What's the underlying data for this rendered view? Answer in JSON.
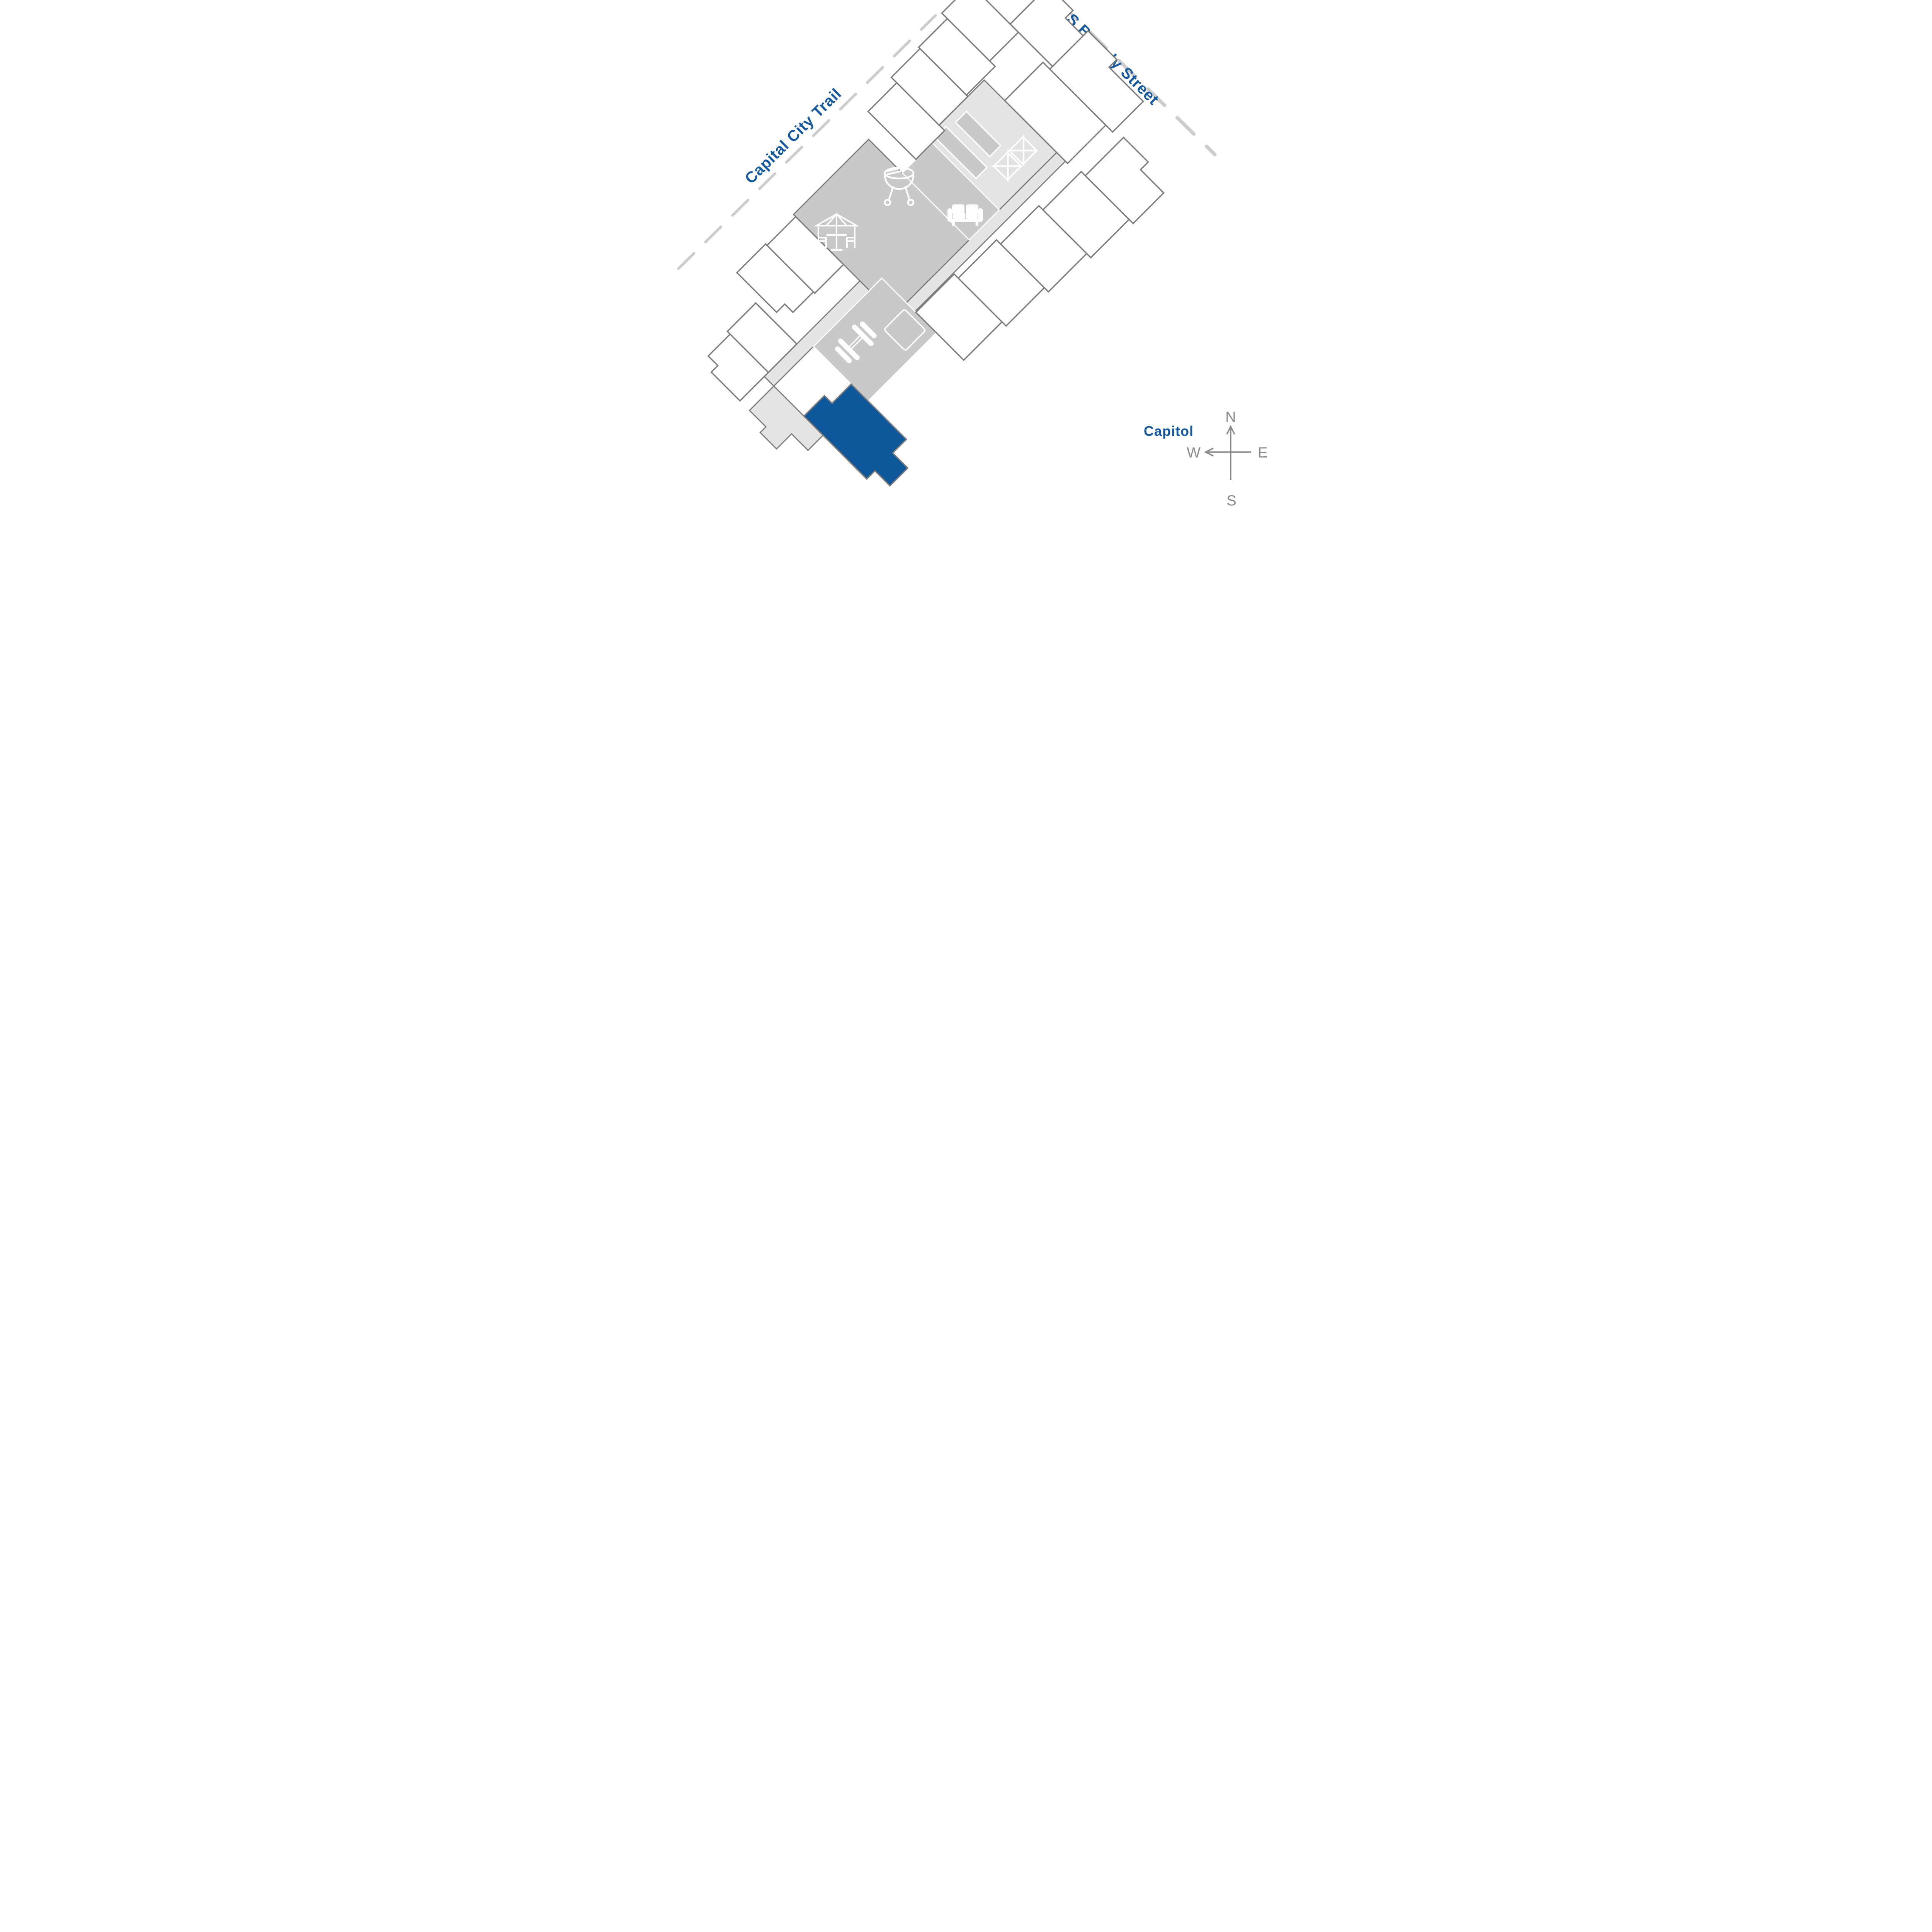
{
  "map_title": "apartment-site-plan",
  "streets": {
    "trail": "Capital City Trail",
    "brearly": "S Brearly Street"
  },
  "landmarks": {
    "capitol": "Capitol"
  },
  "compass": {
    "n": "N",
    "s": "S",
    "w": "W",
    "e": "E"
  },
  "amenity_icons": [
    "bbq-grill-icon",
    "patio-table-umbrella-icon",
    "couch-icon",
    "elevator-x-box-icon",
    "dumbbell-icon"
  ],
  "colors": {
    "label_blue": "#15589B",
    "selected_unit": "#0E579B",
    "unit_outline": "#7D7D7D",
    "amenity_gray": "#C9C9C9",
    "corridor_gray": "#E4E4E4",
    "dash_gray": "#CDCDCD",
    "compass_gray": "#8A8A8A"
  }
}
